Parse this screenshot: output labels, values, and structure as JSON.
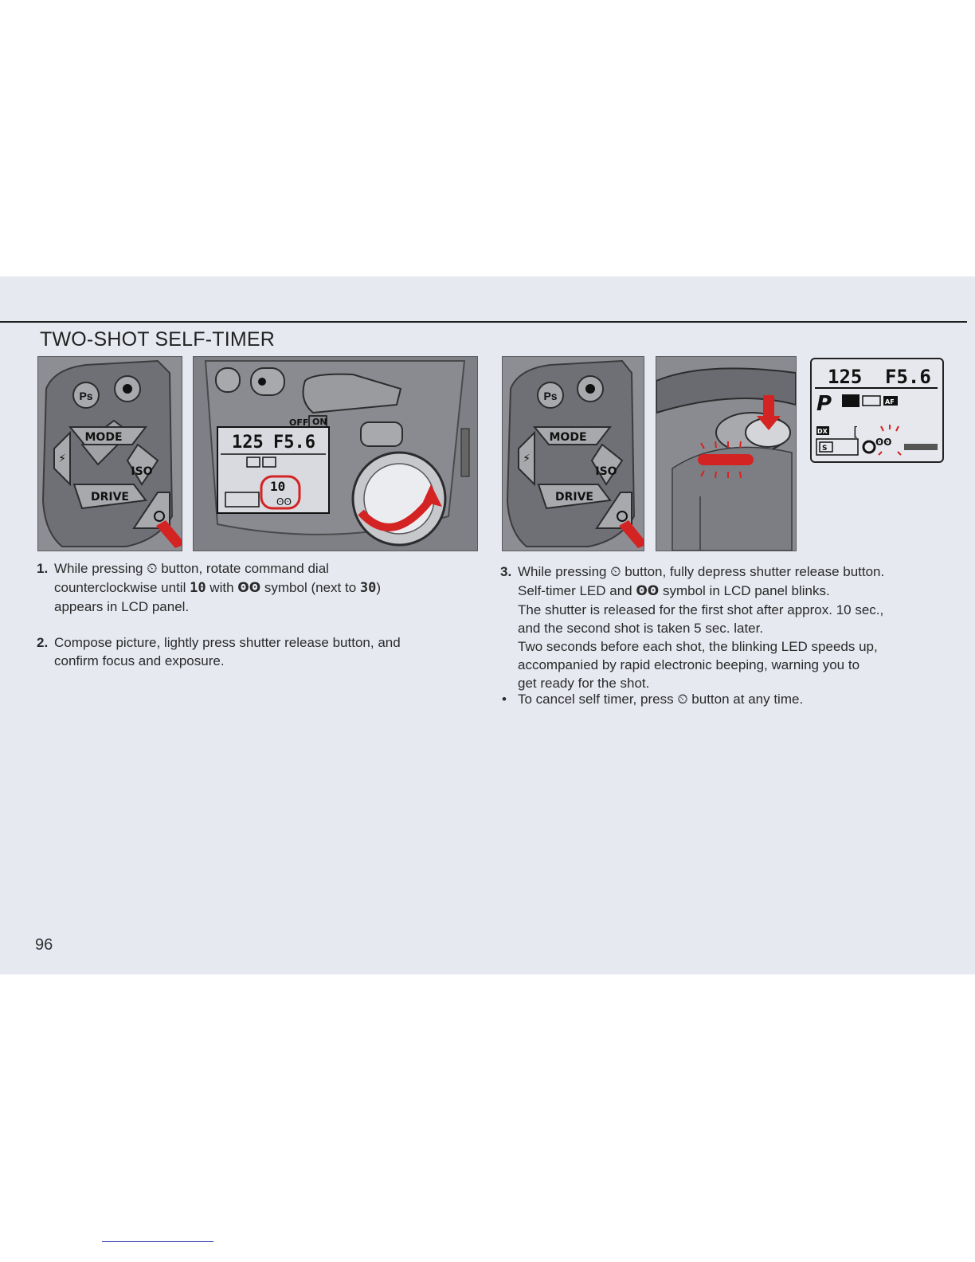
{
  "section_title": "TWO-SHOT SELF-TIMER",
  "illustrations": {
    "lcd_shutter": "125",
    "lcd_aperture": "F5.6",
    "lcd_counter": "10",
    "lcd_mode": "P",
    "lcd_dx": "DX",
    "lcd_s": "S",
    "lcd_af": "AF",
    "btn_ps": "Ps",
    "btn_mode": "MODE",
    "btn_iso": "ISO",
    "btn_drive": "DRIVE",
    "switch_off": "OFF",
    "switch_on": "ON",
    "timer_symbol": "ʘʘ",
    "accent_red": "#d42323",
    "lcd_bg": "#d8dadf"
  },
  "steps": {
    "s1": {
      "num": "1.",
      "line1a": "While pressing ",
      "line1b": " button, rotate command dial",
      "line2a": "counterclockwise until ",
      "seg10": "10",
      "line2b": " with ",
      "line2c": " symbol (next to ",
      "seg30": "30",
      "line2d": ")",
      "line3": "appears in LCD panel."
    },
    "s2": {
      "num": "2.",
      "line1": "Compose picture, lightly press shutter release button, and",
      "line2": "confirm focus and exposure."
    },
    "s3": {
      "num": "3.",
      "line1a": "While pressing ",
      "line1b": " button, fully depress shutter release button.",
      "line2a": "Self-timer LED and ",
      "line2b": " symbol in LCD panel blinks.",
      "line3": "The shutter is released for the first shot after approx. 10 sec.,",
      "line4": "and the second shot is taken 5 sec. later.",
      "line5": "Two seconds before each shot, the blinking LED speeds up,",
      "line6": "accompanied by rapid electronic beeping, warning you to",
      "line7": "get ready for the shot."
    },
    "bullet": {
      "mark": "•",
      "texta": "To cancel self timer, press ",
      "textb": " button at any time."
    }
  },
  "icons": {
    "self_timer": "⏲",
    "two_shot": "ʘʘ"
  },
  "page_number": "96"
}
